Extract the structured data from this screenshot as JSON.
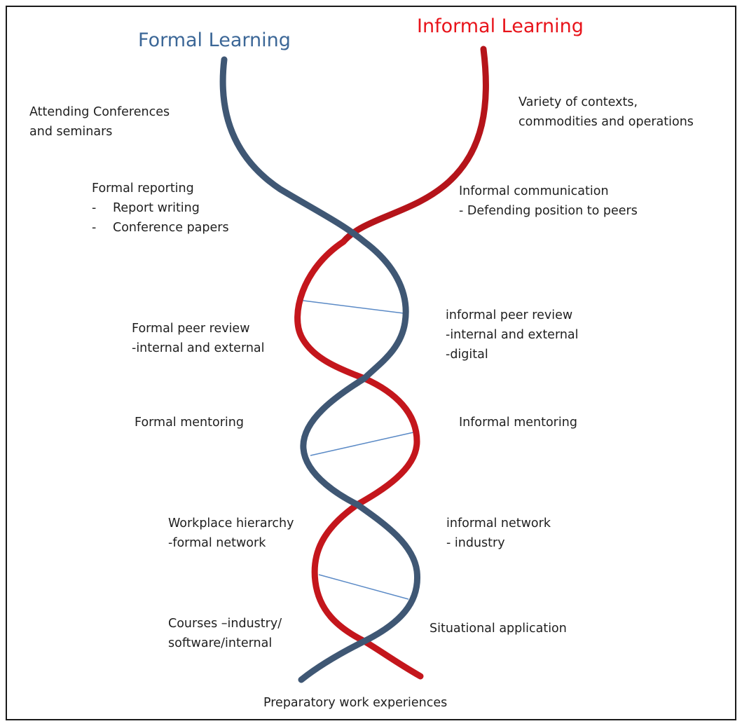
{
  "titles": {
    "formal": "Formal Learning",
    "informal": "Informal Learning"
  },
  "colors": {
    "formal_strand": "#3f5774",
    "informal_strand": "#c4161c",
    "formal_title": "#3c6797",
    "informal_title": "#e8141b",
    "rung": "#5b8ac6"
  },
  "formal_labels": {
    "conferences": [
      "Attending Conferences",
      "and seminars"
    ],
    "reporting": {
      "heading": "Formal reporting",
      "items": [
        "Report writing",
        "Conference papers"
      ]
    },
    "peer_review": [
      "Formal peer review",
      "-internal and external"
    ],
    "mentoring": [
      "Formal mentoring"
    ],
    "hierarchy": [
      "Workplace hierarchy",
      "-formal network"
    ],
    "courses": [
      "Courses –industry/",
      "software/internal"
    ]
  },
  "informal_labels": {
    "contexts": [
      "Variety of contexts,",
      "commodities and operations"
    ],
    "communication": [
      "Informal communication",
      "- Defending position  to peers"
    ],
    "peer_review": [
      "informal peer review",
      "-internal and external",
      "-digital"
    ],
    "mentoring": [
      "Informal mentoring"
    ],
    "network": [
      "informal network",
      "- industry"
    ],
    "application": [
      "Situational application"
    ]
  },
  "footer": "Preparatory work experiences"
}
